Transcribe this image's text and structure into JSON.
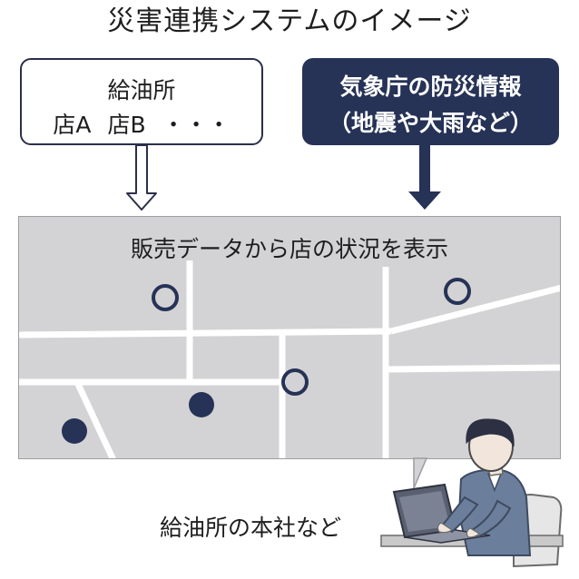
{
  "title": "災害連携システムのイメージ",
  "gas_station_box": {
    "line1": "給油所",
    "stores": [
      "店A",
      "店B",
      "・・・"
    ]
  },
  "weather_box": {
    "line1": "気象庁の防災情報",
    "line2": "（地震や大雨など）"
  },
  "map": {
    "caption": "販売データから店の状況を表示",
    "markers": [
      {
        "style": "open"
      },
      {
        "style": "open"
      },
      {
        "style": "open"
      },
      {
        "style": "filled"
      },
      {
        "style": "filled"
      }
    ]
  },
  "headquarters_label": "給油所の本社など",
  "colors": {
    "navy": "#263256",
    "map_bg": "#d3d3d5",
    "road": "#ffffff"
  }
}
